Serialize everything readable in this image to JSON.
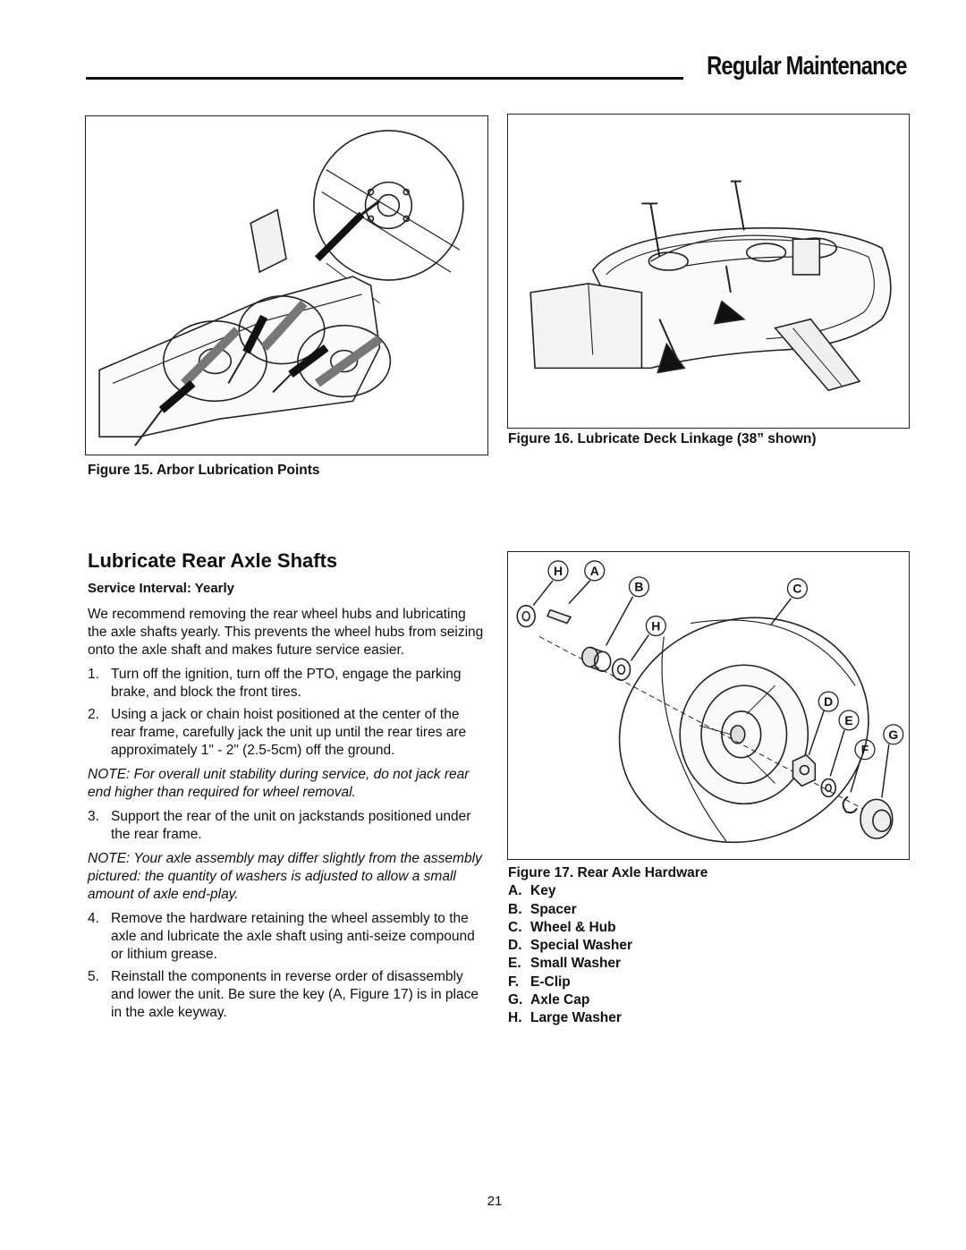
{
  "header": {
    "title": "Regular Maintenance"
  },
  "figures": {
    "fig15": {
      "caption": "Figure 15. Arbor Lubrication Points"
    },
    "fig16": {
      "caption": "Figure 16. Lubricate Deck Linkage (38” shown)"
    },
    "fig17": {
      "caption": "Figure 17.  Rear Axle Hardware",
      "callouts": [
        "H",
        "A",
        "B",
        "C",
        "H",
        "D",
        "E",
        "G",
        "F"
      ],
      "legend": [
        {
          "key": "A.",
          "label": "Key"
        },
        {
          "key": "B.",
          "label": "Spacer"
        },
        {
          "key": "C.",
          "label": "Wheel & Hub"
        },
        {
          "key": "D.",
          "label": "Special Washer"
        },
        {
          "key": "E.",
          "label": "Small Washer"
        },
        {
          "key": "F.",
          "label": "E-Clip"
        },
        {
          "key": "G.",
          "label": "Axle Cap"
        },
        {
          "key": "H.",
          "label": "Large Washer"
        }
      ]
    }
  },
  "section": {
    "title": "Lubricate Rear Axle Shafts",
    "interval": "Service Interval: Yearly",
    "intro": "We recommend removing the rear wheel hubs and lubricating the axle shafts yearly.  This prevents the wheel hubs from seizing onto the axle shaft and makes future service easier.",
    "steps": [
      {
        "num": "1.",
        "text": "Turn off the ignition, turn off the PTO, engage the parking brake, and block the front tires."
      },
      {
        "num": "2.",
        "text": "Using a jack or chain hoist positioned at the center of the rear frame, carefully jack the unit up until the rear tires are approximately 1\" - 2\" (2.5-5cm) off the ground."
      },
      {
        "num": "3.",
        "text": "Support the rear of the unit on jackstands positioned under the rear frame."
      },
      {
        "num": "4.",
        "text": "Remove the hardware retaining the wheel assembly to the axle and lubricate the axle shaft using anti-seize compound or lithium grease."
      },
      {
        "num": "5.",
        "text": "Reinstall the components in reverse order of disassembly and lower the unit.  Be sure the key (A, Figure 17) is in place in the axle keyway."
      }
    ],
    "note1": "NOTE:  For overall unit stability during service, do not jack rear end higher than required for wheel removal.",
    "note2": "NOTE: Your axle assembly may differ slightly from the assembly pictured: the quantity of washers is adjusted to allow a small amount of axle end-play."
  },
  "page_number": "21"
}
